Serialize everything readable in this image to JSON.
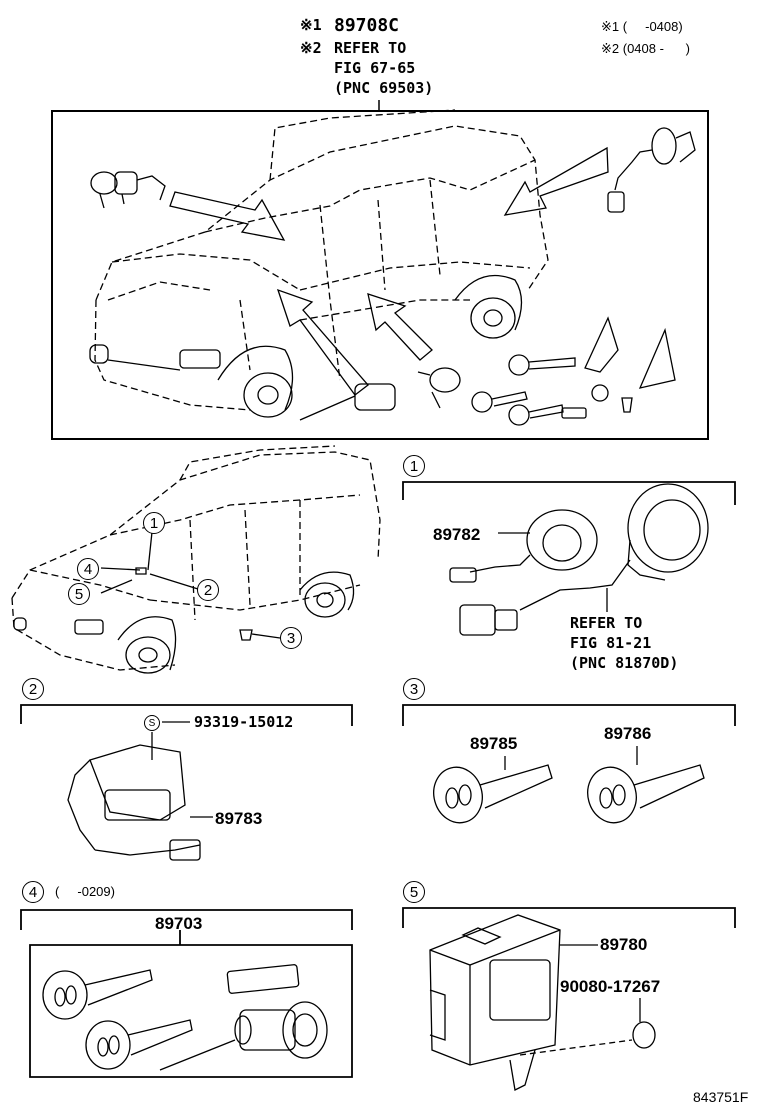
{
  "header": {
    "note1_mark": "※1",
    "note1_part": "89708C",
    "note2_mark": "※2",
    "note2_line1": "REFER TO",
    "note2_line2": "FIG 67-65",
    "note2_line3": "(PNC 69503)",
    "legend1": "※1 (     -0408)",
    "legend2": "※2 (0408 -      )"
  },
  "callouts": {
    "c1": "1",
    "c2": "2",
    "c3": "3",
    "c4": "4",
    "c5": "5"
  },
  "section1": {
    "id": "1",
    "part_a": "89782",
    "ref_line1": "REFER TO",
    "ref_line2": "FIG 81-21",
    "ref_line3": "(PNC 81870D)"
  },
  "section2": {
    "id": "2",
    "bolt_symbol": "S",
    "bolt_part": "93319-15012",
    "part": "89783"
  },
  "section3": {
    "id": "3",
    "part_a": "89785",
    "part_b": "89786"
  },
  "section4": {
    "id": "4",
    "date_range": "(     -0209)",
    "part": "89703"
  },
  "section5": {
    "id": "5",
    "part_a": "89780",
    "part_b": "90080-17267"
  },
  "footer": {
    "drawing_id": "843751F"
  }
}
